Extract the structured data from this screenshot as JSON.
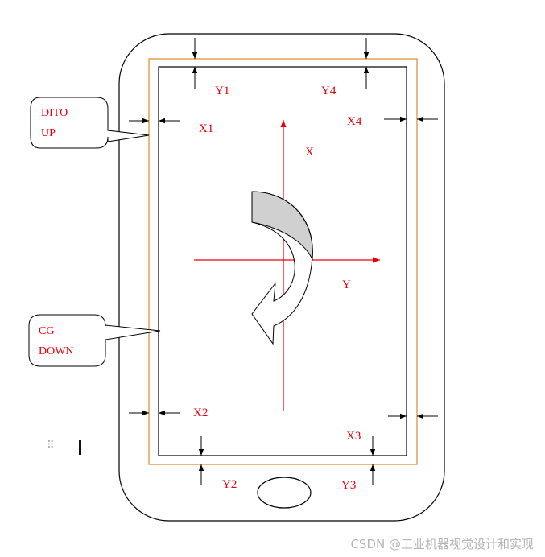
{
  "callouts": {
    "top": [
      "DITO",
      "UP"
    ],
    "bottom": [
      "CG",
      "DOWN"
    ]
  },
  "axes": {
    "x": "X",
    "y": "Y"
  },
  "points": {
    "x1": "X1",
    "x2": "X2",
    "x3": "X3",
    "x4": "X4",
    "y1": "Y1",
    "y2": "Y2",
    "y3": "Y3",
    "y4": "Y4"
  },
  "colors": {
    "accent": "#e8000b",
    "frame": "#d98c2a",
    "line": "#000000",
    "arrow_fill": "#d0d0d0"
  },
  "watermark": "CSDN @工业机器视觉设计和实现",
  "icons": {
    "drag": "drag-handle-icon",
    "cursor": "text-cursor-icon"
  }
}
